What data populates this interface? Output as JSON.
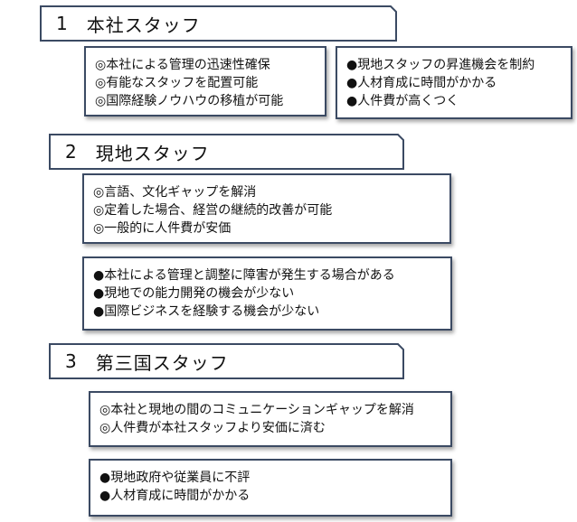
{
  "sections": [
    {
      "number": "1",
      "title": "本社スタッフ",
      "merits": [
        "◎本社による管理の迅速性確保",
        "◎有能なスタッフを配置可能",
        "◎国際経験ノウハウの移植が可能"
      ],
      "demerits": [
        "●現地スタッフの昇進機会を制約",
        "●人材育成に時間がかかる",
        "●人件費が高くつく"
      ]
    },
    {
      "number": "2",
      "title": "現地スタッフ",
      "merits": [
        "◎言語、文化ギャップを解消",
        "◎定着した場合、経営の継続的改善が可能",
        "◎一般的に人件費が安価"
      ],
      "demerits": [
        "●本社による管理と調整に障害が発生する場合がある",
        "●現地での能力開発の機会が少ない",
        "●国際ビジネスを経験する機会が少ない"
      ]
    },
    {
      "number": "3",
      "title": "第三国スタッフ",
      "merits": [
        "◎本社と現地の間のコミュニケーションギャップを解消",
        "◎人件費が本社スタッフより安価に済む"
      ],
      "demerits": [
        "●現地政府や従業員に不評",
        "●人材育成に時間がかかる"
      ]
    }
  ]
}
